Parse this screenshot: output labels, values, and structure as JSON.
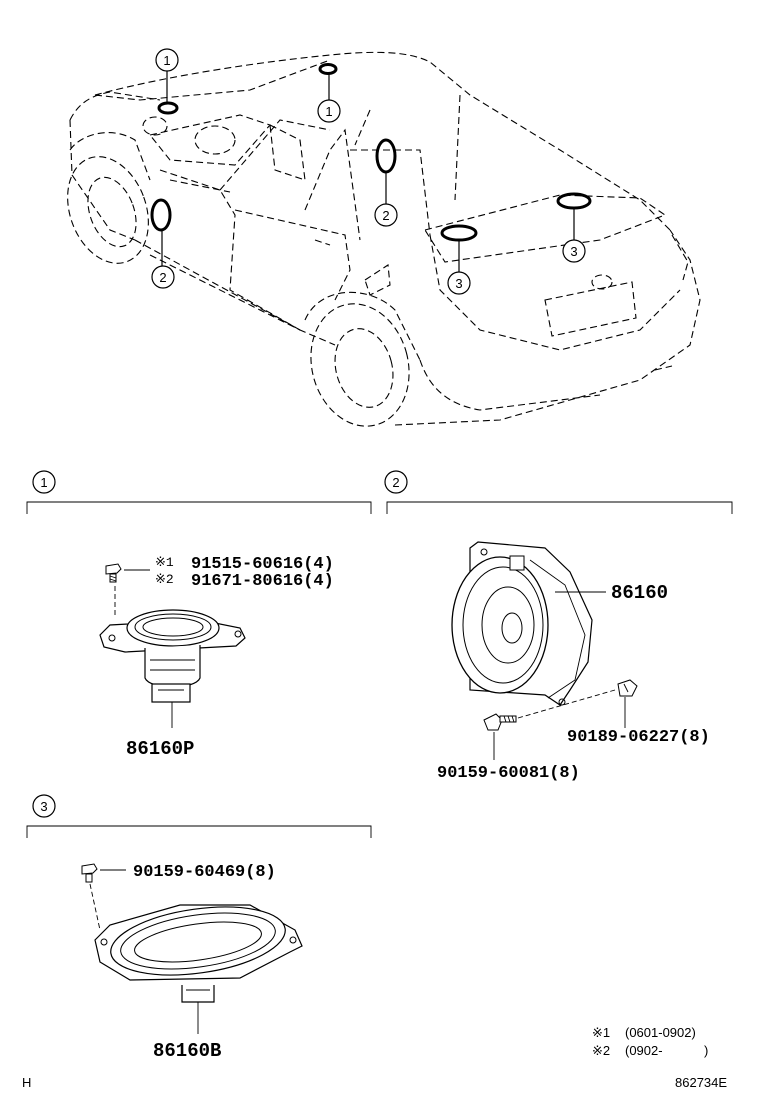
{
  "callouts": {
    "front_dash": "1",
    "front_dash_center": "1",
    "front_door": "2",
    "rear_door": "2",
    "rear_shelf_left": "3",
    "rear_shelf_right": "3"
  },
  "sections": {
    "s1": {
      "number": "1",
      "bolt_line1": "91515-60616(4)",
      "bolt_line1_mark": "※1",
      "bolt_line2": "91671-80616(4)",
      "bolt_line2_mark": "※2",
      "speaker_part": "86160P"
    },
    "s2": {
      "number": "2",
      "speaker_part": "86160",
      "clip_part": "90189-06227(8)",
      "screw_part": "90159-60081(8)"
    },
    "s3": {
      "number": "3",
      "screw_part": "90159-60469(8)",
      "speaker_part": "86160B"
    }
  },
  "notes": {
    "note1_mark": "※1",
    "note1_range": "(0601-0902)",
    "note2_mark": "※2",
    "note2_range": "(0902-",
    "note2_close": ")"
  },
  "footer": {
    "left_code": "H",
    "figure_id": "862734E"
  }
}
